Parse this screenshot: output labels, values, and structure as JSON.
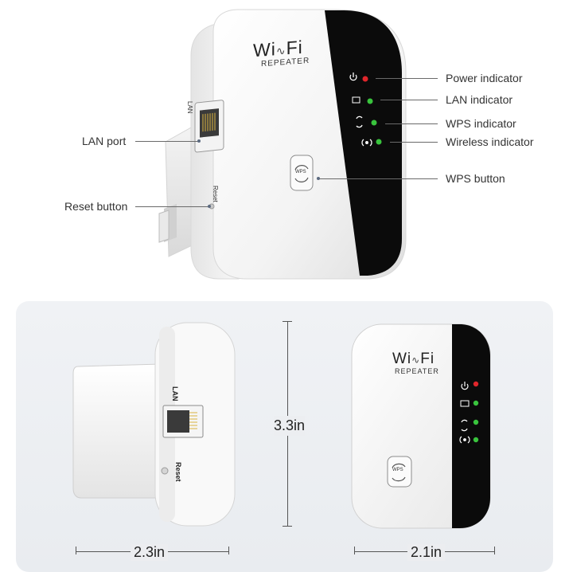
{
  "top_device": {
    "brand_wi": "Wi",
    "brand_fi": "Fi",
    "model": "REPEATER",
    "port_label": "LAN",
    "reset_label": "Reset",
    "wps_label": "WPS"
  },
  "callouts": {
    "power_indicator": "Power indicator",
    "lan_indicator": "LAN indicator",
    "wps_indicator": "WPS indicator",
    "wireless_indicator": "Wireless indicator",
    "wps_button": "WPS button",
    "lan_port": "LAN port",
    "reset_button": "Reset button"
  },
  "side_view": {
    "port_label": "LAN",
    "reset_label": "Reset",
    "width_label": "2.3in"
  },
  "height_label": "3.3in",
  "front_view": {
    "brand_wi": "Wi",
    "brand_fi": "Fi",
    "model": "REPEATER",
    "wps_label": "WPS",
    "width_label": "2.1in"
  },
  "colors": {
    "power_led": "#e0262b",
    "status_led": "#39c43d",
    "black_panel": "#0b0b0b",
    "body_white": "#f7f7f7"
  }
}
